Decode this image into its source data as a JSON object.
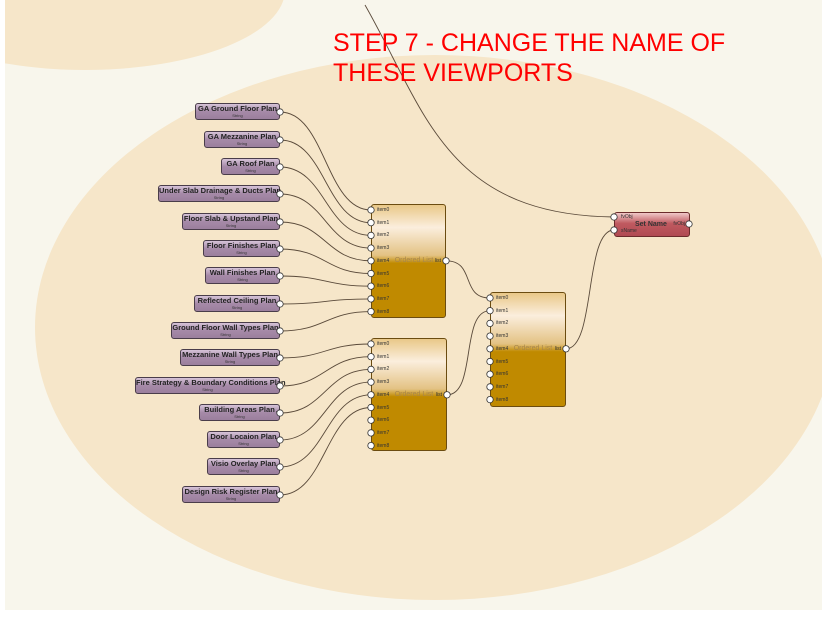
{
  "title": "STEP 7 - CHANGE THE NAME OF\nTHESE VIEWPORTS",
  "string_nodes": [
    {
      "label": "GA Ground Floor Plan",
      "type": "String",
      "out": "s"
    },
    {
      "label": "GA Mezzanine Plan",
      "type": "String",
      "out": "s"
    },
    {
      "label": "GA Roof Plan",
      "type": "String",
      "out": "s"
    },
    {
      "label": "Under Slab Drainage & Ducts Plan",
      "type": "String",
      "out": "s"
    },
    {
      "label": "Floor Slab & Upstand Plan",
      "type": "String",
      "out": "s"
    },
    {
      "label": "Floor Finishes Plan",
      "type": "String",
      "out": "s"
    },
    {
      "label": "Wall Finishes Plan",
      "type": "String",
      "out": "s"
    },
    {
      "label": "Reflected Ceiling Plan",
      "type": "String",
      "out": "s"
    },
    {
      "label": "Ground Floor Wall Types Plan",
      "type": "String",
      "out": "s"
    },
    {
      "label": "Mezzanine Wall Types Plan",
      "type": "String",
      "out": "s"
    },
    {
      "label": "Fire Strategy & Boundary Conditions Plan",
      "type": "String",
      "out": "s"
    },
    {
      "label": "Building Areas Plan",
      "type": "String",
      "out": "s"
    },
    {
      "label": "Door Locaion Plan",
      "type": "String",
      "out": "s"
    },
    {
      "label": "Visio Overlay Plan",
      "type": "String",
      "out": "s"
    },
    {
      "label": "Design Risk Register Plan",
      "type": "String",
      "out": "s"
    }
  ],
  "ordered_lists": [
    {
      "name": "Ordered List",
      "inputs": [
        "item0",
        "item1",
        "item2",
        "item3",
        "item4",
        "item5",
        "item6",
        "item7",
        "item8"
      ],
      "output": "list"
    },
    {
      "name": "Ordered List",
      "inputs": [
        "item0",
        "item1",
        "item2",
        "item3",
        "item4",
        "item5",
        "item6",
        "item7",
        "item8"
      ],
      "output": "list"
    },
    {
      "name": "Ordered List",
      "inputs": [
        "item0",
        "item1",
        "item2",
        "item3",
        "item4",
        "item5",
        "item6",
        "item7",
        "item8"
      ],
      "output": "list"
    }
  ],
  "set_name": {
    "name": "Set Name",
    "inputs": [
      "fvObj",
      "sName"
    ],
    "output": "fvObj"
  }
}
